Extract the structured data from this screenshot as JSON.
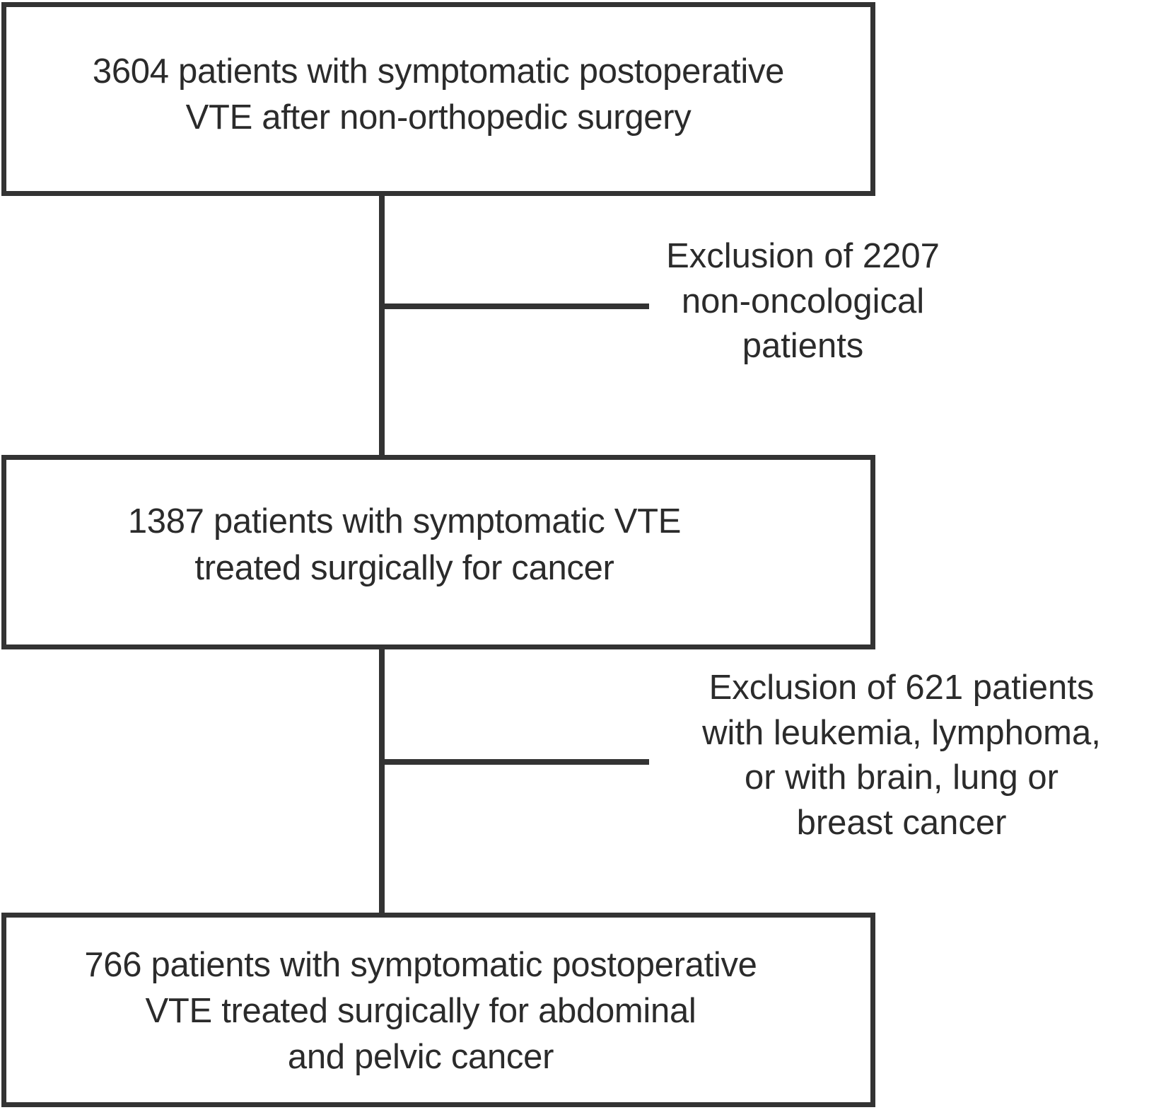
{
  "figure": {
    "type": "flowchart",
    "orientation": "vertical",
    "colors": {
      "line": "#333333",
      "text": "#2b2b2b",
      "background": "#ffffff"
    },
    "boxes": [
      {
        "id": "box-1",
        "count": 3604,
        "text": "3604 patients with symptomatic postoperative\nVTE after non-orthopedic surgery"
      },
      {
        "id": "box-2",
        "count": 1387,
        "text": "1387 patients with symptomatic VTE\ntreated surgically for cancer"
      },
      {
        "id": "box-3",
        "count": 766,
        "text": "766 patients with symptomatic postoperative\nVTE treated surgically for abdominal\nand pelvic cancer"
      }
    ],
    "exclusions": [
      {
        "id": "exclusion-note-1",
        "count": 2207,
        "text": "Exclusion of 2207\nnon-oncological\npatients"
      },
      {
        "id": "exclusion-note-2",
        "count": 621,
        "text": "Exclusion of 621 patients\nwith leukemia, lymphoma,\nor with brain, lung or\nbreast cancer"
      }
    ]
  }
}
